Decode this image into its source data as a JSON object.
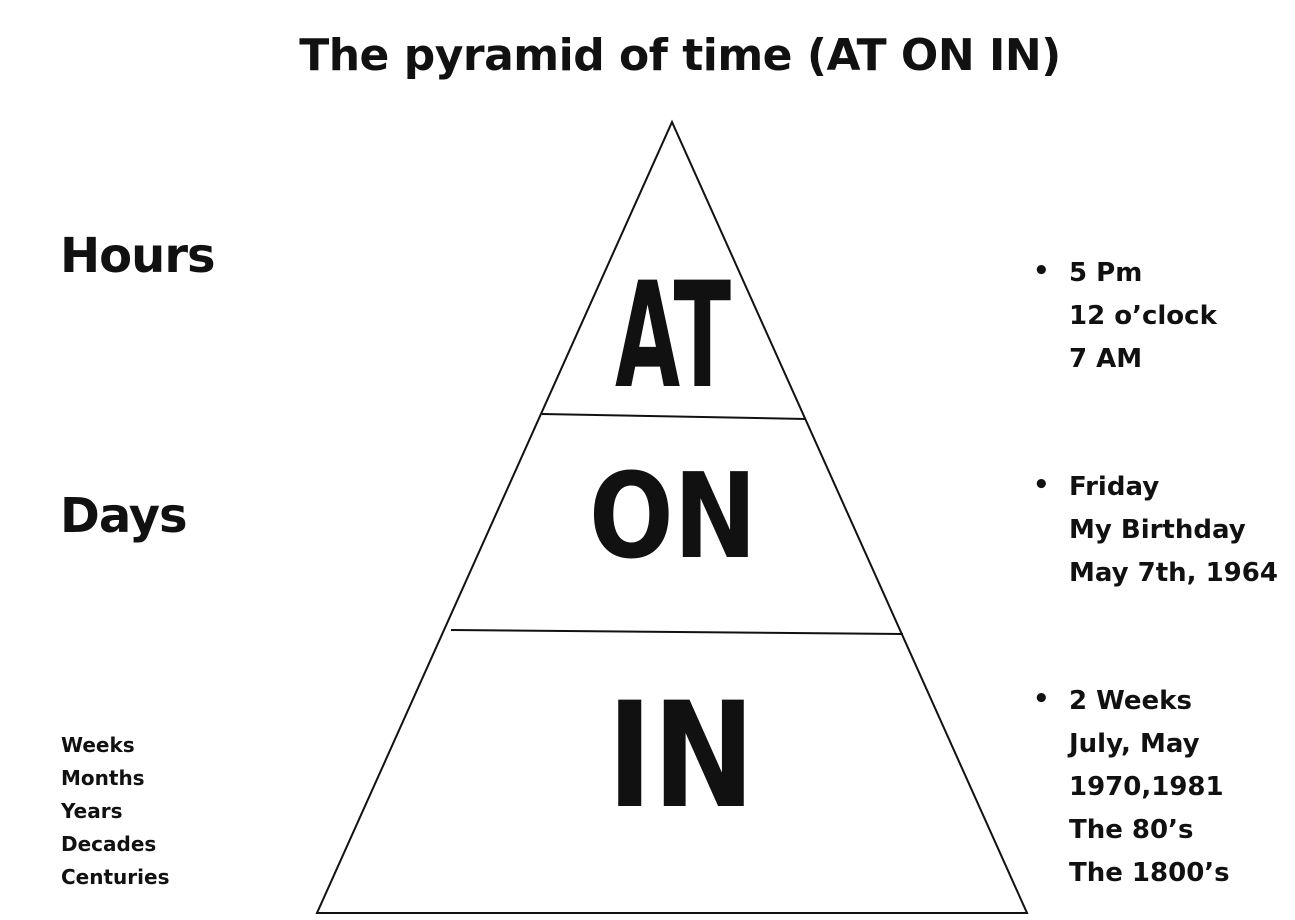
{
  "title": "The pyramid of time (AT ON IN)",
  "left_labels": {
    "hours": "Hours",
    "days": "Days",
    "small": [
      "Weeks",
      "Months",
      "Years",
      "Decades",
      "Centuries"
    ]
  },
  "tiers": [
    {
      "preposition": "AT",
      "examples": [
        "5 Pm",
        "12 o’clock",
        "7 AM"
      ]
    },
    {
      "preposition": "ON",
      "examples": [
        "Friday",
        "My Birthday",
        "May 7th, 1964"
      ]
    },
    {
      "preposition": "IN",
      "examples": [
        "2 Weeks",
        "July, May",
        "1970,1981",
        "The 80’s",
        "The 1800’s"
      ]
    }
  ],
  "bullet": "•"
}
